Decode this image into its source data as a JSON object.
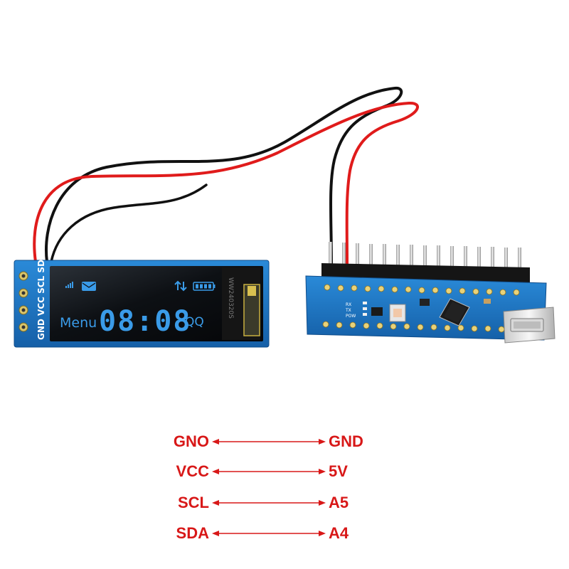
{
  "oled_module": {
    "pin_labels": "GND VCC SCL SDA",
    "screen": {
      "menu_label": "Menu",
      "clock": "08:08",
      "right_label": "QQ",
      "flex_code": "WW240320S"
    }
  },
  "wiring": [
    {
      "oled_pin": "GNO",
      "arduino_pin": "GND"
    },
    {
      "oled_pin": "VCC",
      "arduino_pin": "5V"
    },
    {
      "oled_pin": "SCL",
      "arduino_pin": "A5"
    },
    {
      "oled_pin": "SDA",
      "arduino_pin": "A4"
    }
  ],
  "colors": {
    "pcb_blue": "#1f78c8",
    "screen_text": "#3a9be8",
    "wire_red": "#e01b1b",
    "wire_black": "#111111",
    "label_red": "#d81818"
  },
  "icons": [
    "signal-icon",
    "envelope-icon",
    "transfer-arrows-icon",
    "battery-icon",
    "arrow-both-icon"
  ]
}
